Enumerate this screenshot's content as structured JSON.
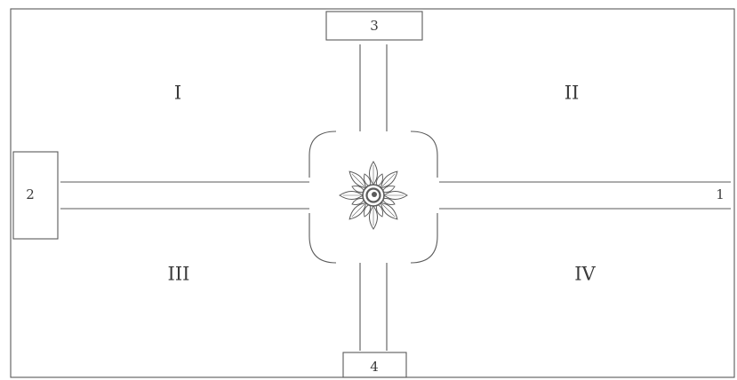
{
  "quadrants": {
    "q1": "I",
    "q2": "II",
    "q3": "III",
    "q4": "IV"
  },
  "gates": {
    "top": "3",
    "left": "2",
    "right": "1",
    "bottom": "4"
  },
  "colors": {
    "ink": "#5a5a5a",
    "paper": "#ffffff",
    "label": "#3a3a3a"
  },
  "icons": {
    "center": "flower-rosette-icon"
  }
}
